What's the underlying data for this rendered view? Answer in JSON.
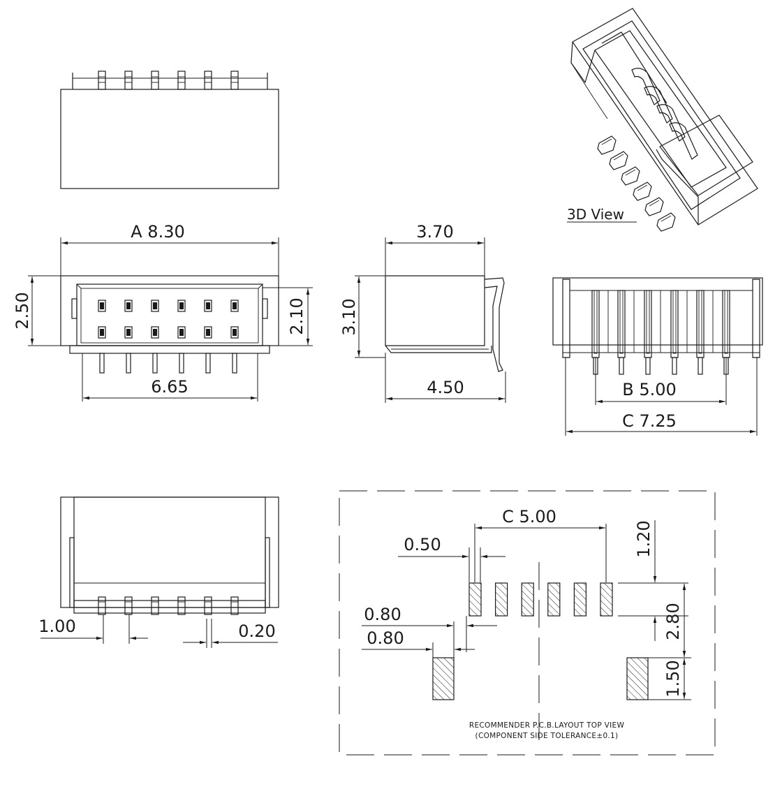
{
  "views": {
    "top": {
      "pins": 6
    },
    "front": {
      "pins": 6
    },
    "side": {},
    "rear": {
      "pins": 6
    },
    "bottom": {
      "pins": 6
    },
    "iso": {
      "caption": "3D  View"
    }
  },
  "dimensions": {
    "a_width": "A 8.30",
    "body_height": "2.50",
    "inner_height": "2.10",
    "pin_span": "6.65",
    "side_top": "3.70",
    "side_height": "3.10",
    "side_bottom": "4.50",
    "b_pitch_span": "B 5.00",
    "c_overall": "C 7.25",
    "pin_pitch": "1.00",
    "pin_width": "0.20"
  },
  "pcb_layout": {
    "c_span": "C 5.00",
    "pad_width": "0.50",
    "gap_top": "1.20",
    "pad_length": "2.80",
    "mount_gap": "0.80",
    "mount_width": "0.80",
    "mount_height": "1.50",
    "signal_pads": 6,
    "note_line1": "RECOMMENDER P.C.B.LAYOUT TOP VIEW",
    "note_line2": "(COMPONENT SIDE TOLERANCE±0.1)"
  }
}
